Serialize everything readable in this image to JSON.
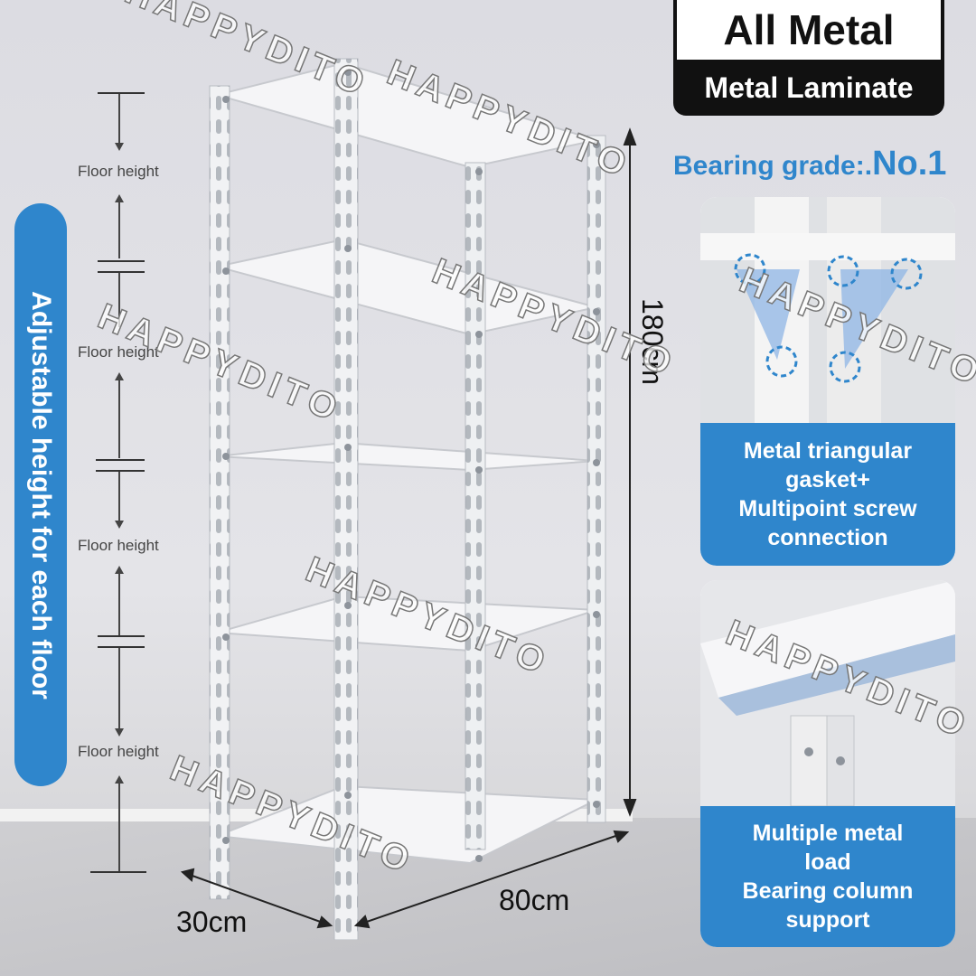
{
  "title": "All Metal",
  "subtitle": "Metal Laminate",
  "bearing": {
    "label": "Bearing grade:.",
    "value": "No.1"
  },
  "side_banner": "Adjustable height for each floor",
  "floor_labels": [
    "Floor height",
    "Floor height",
    "Floor height",
    "Floor height"
  ],
  "dimensions": {
    "height": "180cm",
    "width": "80cm",
    "depth": "30cm"
  },
  "panels": [
    {
      "caption_lines": [
        "Metal triangular",
        "gasket+",
        "Multipoint screw",
        "connection"
      ]
    },
    {
      "caption_lines": [
        "Multiple metal",
        "load",
        "Bearing column",
        "support"
      ]
    }
  ],
  "watermark": "HAPPYDITO",
  "colors": {
    "accent": "#2f86cc",
    "dark": "#111111",
    "shelf": "#f4f4f6"
  }
}
